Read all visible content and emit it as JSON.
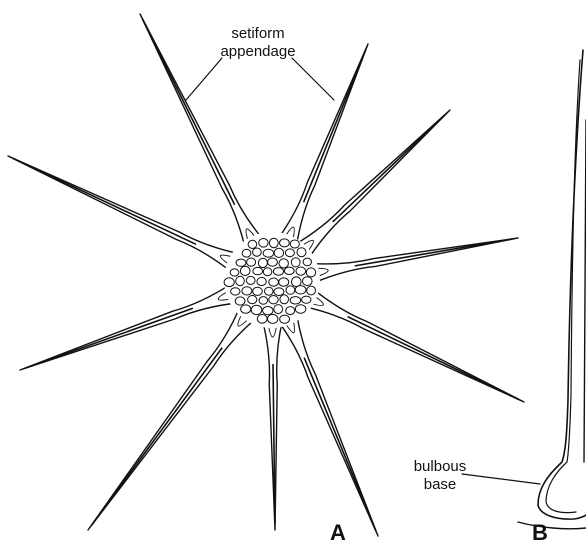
{
  "labels": {
    "setiform_line1": "setiform",
    "setiform_line2": "appendage",
    "bulbous_line1": "bulbous",
    "bulbous_line2": "base",
    "panel_a": "A",
    "panel_b": "B"
  },
  "colors": {
    "ink": "#111111",
    "background": "#ffffff"
  }
}
